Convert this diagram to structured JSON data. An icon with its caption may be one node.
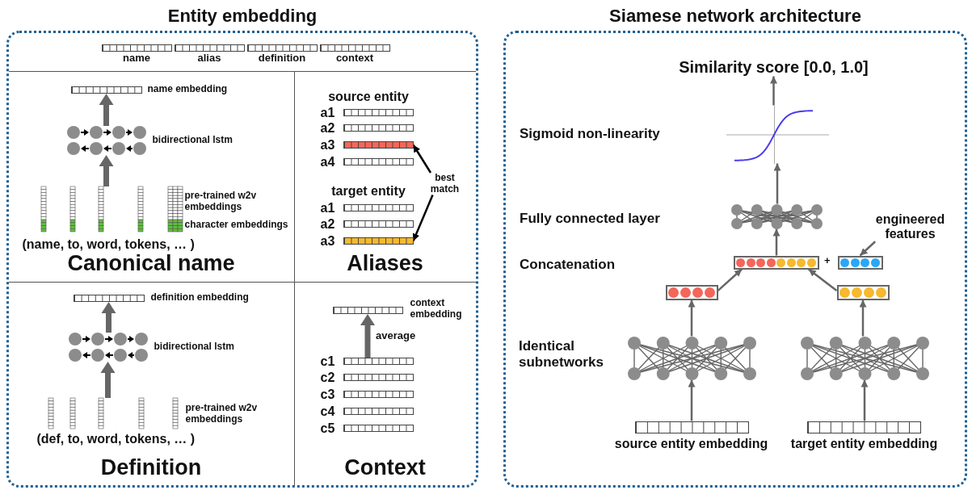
{
  "diagram": {
    "nodes": [
      {
        "text": [
          "Entity embedding"
        ]
      },
      {
        "text": [],
        "shape": "bar",
        "in": 0,
        "beside": [
          "name"
        ]
      },
      {
        "text": [],
        "shape": "bar",
        "in": 0,
        "beside": [
          "alias"
        ]
      },
      {
        "text": [],
        "shape": "bar",
        "in": 0,
        "beside": [
          "definition"
        ]
      },
      {
        "text": [],
        "shape": "bar",
        "in": 0,
        "beside": [
          "context"
        ]
      },
      {
        "text": [
          "Canonical name"
        ],
        "in": 0
      },
      {
        "text": [],
        "shape": "bar",
        "in": 5,
        "beside": [
          "name embedding"
        ]
      },
      {
        "text": [],
        "shape": "picture",
        "in": 5,
        "beside": [
          "bidirectional lstm"
        ]
      },
      {
        "text": [],
        "shape": "picture",
        "in": 5,
        "beside": [
          "pre-trained w2v embeddings",
          "character embeddings",
          "(name, to, word, tokens, … )"
        ]
      },
      {
        "text": [
          "Aliases"
        ],
        "in": 0
      },
      {
        "text": [],
        "shape": "bar",
        "in": 9,
        "beside": [
          "a1"
        ]
      },
      {
        "text": [],
        "shape": "bar",
        "in": 9,
        "beside": [
          "a2"
        ]
      },
      {
        "text": [],
        "shape": "bar",
        "in": 9,
        "beside": [
          "a3"
        ]
      },
      {
        "text": [],
        "shape": "bar",
        "in": 9,
        "beside": [
          "a4"
        ]
      },
      {
        "text": [],
        "shape": "bar",
        "in": 9,
        "beside": [
          "a1"
        ]
      },
      {
        "text": [],
        "shape": "bar",
        "in": 9,
        "beside": [
          "a2"
        ]
      },
      {
        "text": [],
        "shape": "bar",
        "in": 9,
        "beside": [
          "a3"
        ]
      },
      {
        "text": [
          "best match"
        ],
        "in": 9
      },
      {
        "text": [
          "Definition"
        ],
        "in": 0
      },
      {
        "text": [],
        "shape": "bar",
        "in": 18,
        "beside": [
          "definition embedding"
        ]
      },
      {
        "text": [],
        "shape": "picture",
        "in": 18,
        "beside": [
          "bidirectional lstm"
        ]
      },
      {
        "text": [],
        "shape": "picture",
        "in": 18,
        "beside": [
          "pre-trained w2v embeddings",
          "(def, to, word, tokens, … )"
        ]
      },
      {
        "text": [
          "Context"
        ],
        "in": 0
      },
      {
        "text": [],
        "shape": "bar",
        "in": 22,
        "beside": [
          "context embedding"
        ]
      },
      {
        "text": [],
        "shape": "bar",
        "in": 22,
        "beside": [
          "c1"
        ]
      },
      {
        "text": [],
        "shape": "bar",
        "in": 22,
        "beside": [
          "c2"
        ]
      },
      {
        "text": [],
        "shape": "bar",
        "in": 22,
        "beside": [
          "c3"
        ]
      },
      {
        "text": [],
        "shape": "bar",
        "in": 22,
        "beside": [
          "c4"
        ]
      },
      {
        "text": [],
        "shape": "bar",
        "in": 22,
        "beside": [
          "c5"
        ]
      },
      {
        "text": [
          "Siamese network architecture"
        ]
      },
      {
        "text": [
          "Similarity score [0.0, 1.0]"
        ],
        "in": 29
      },
      {
        "text": [],
        "shape": "picture",
        "in": 29
      },
      {
        "text": [],
        "shape": "picture",
        "in": 29
      },
      {
        "text": [],
        "shape": "bar",
        "in": 29
      },
      {
        "text": [],
        "shape": "bar",
        "in": 29
      },
      {
        "text": [
          "engineered features"
        ],
        "in": 29
      },
      {
        "text": [],
        "shape": "bar",
        "in": 29
      },
      {
        "text": [],
        "shape": "bar",
        "in": 29
      },
      {
        "text": [],
        "shape": "picture",
        "in": 29
      },
      {
        "text": [],
        "shape": "picture",
        "in": 29
      },
      {
        "text": [],
        "shape": "bar",
        "in": 29,
        "beside": [
          "source entity embedding"
        ]
      },
      {
        "text": [],
        "shape": "bar",
        "in": 29,
        "beside": [
          "target entity embedding"
        ]
      }
    ],
    "edges": [
      {
        "from": 8,
        "to": 7,
        "arrow": "to",
        "style": "thick"
      },
      {
        "from": 7,
        "to": 6,
        "arrow": "to",
        "style": "thick"
      },
      {
        "from": 17,
        "to": 12,
        "arrow": "to",
        "color": "#000000"
      },
      {
        "from": 17,
        "to": 16,
        "arrow": "to",
        "color": "#000000"
      },
      {
        "from": 21,
        "to": 20,
        "arrow": "to",
        "style": "thick"
      },
      {
        "from": 20,
        "to": 19,
        "arrow": "to",
        "style": "thick"
      },
      {
        "from": 24,
        "to": 23,
        "arrow": "to",
        "style": "thick",
        "label": "average"
      },
      {
        "from": 40,
        "to": 38,
        "arrow": "to"
      },
      {
        "from": 41,
        "to": 39,
        "arrow": "to"
      },
      {
        "from": 38,
        "to": 36,
        "arrow": "to"
      },
      {
        "from": 39,
        "to": 37,
        "arrow": "to"
      },
      {
        "from": 36,
        "to": 33,
        "arrow": "to"
      },
      {
        "from": 37,
        "to": 33,
        "arrow": "to"
      },
      {
        "from": 33,
        "to": 32,
        "arrow": "to"
      },
      {
        "from": 32,
        "to": 31,
        "arrow": "to"
      },
      {
        "from": 31,
        "to": 30,
        "arrow": "to"
      },
      {
        "from": 35,
        "to": 34,
        "arrow": "to"
      }
    ],
    "labels": [
      "source entity",
      "target entity",
      "Sigmoid non-linearity",
      "Fully connected layer",
      "+",
      "Concatenation",
      "Identical subnetworks"
    ]
  }
}
